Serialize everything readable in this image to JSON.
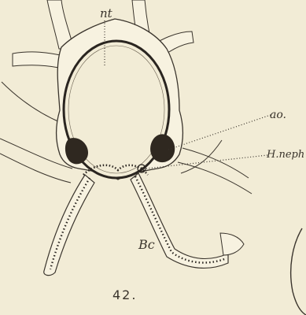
{
  "figure": {
    "number": "42.",
    "labels": {
      "neural_tube": "nt",
      "aorta": "ao.",
      "head_kidney": "H.neph",
      "body_cavity": "Bc"
    }
  },
  "colors": {
    "paper": "#f2ecd6",
    "tissue": "#f7f2e0",
    "ink": "#3a342c",
    "dark_ink": "#2a2520"
  }
}
